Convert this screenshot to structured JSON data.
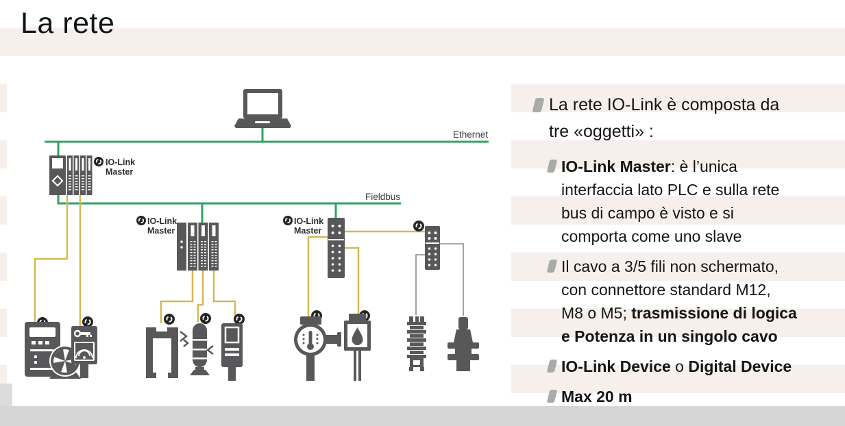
{
  "title": "La rete",
  "diagram": {
    "ethernet_label": "Ethernet",
    "fieldbus_label": "Fieldbus",
    "master_label_line1": "IO-Link",
    "master_label_line2": "Master"
  },
  "bullets": [
    {
      "level": 1,
      "segments": [
        {
          "bold": false,
          "text": "La rete IO-Link è composta da\ntre «oggetti» :"
        }
      ]
    },
    {
      "level": 2,
      "segments": [
        {
          "bold": true,
          "text": "IO-Link Master"
        },
        {
          "bold": false,
          "text": ": è l’unica\ninterfaccia lato PLC e sulla rete\nbus di campo è visto e si\ncomporta come uno slave"
        }
      ]
    },
    {
      "level": 2,
      "segments": [
        {
          "bold": false,
          "text": "Il cavo a 3/5 fili non schermato,\ncon connettore standard M12,\nM8 o M5; "
        },
        {
          "bold": true,
          "text": "trasmissione di logica\ne Potenza in un singolo cavo"
        }
      ]
    },
    {
      "level": 2,
      "segments": [
        {
          "bold": true,
          "text": "IO-Link Device"
        },
        {
          "bold": false,
          "text": " o "
        },
        {
          "bold": true,
          "text": "Digital Device"
        }
      ]
    },
    {
      "level": 2,
      "segments": [
        {
          "bold": true,
          "text": "Max 20 m"
        }
      ]
    }
  ],
  "colors": {
    "ethernet_green": "#2fa45f",
    "cable_yellow": "#d4b855",
    "cable_gray": "#8b8b8b",
    "device_gray": "#58585a",
    "badge_dark": "#242424",
    "bullet_marker": "#a8aba8",
    "footer_band": "#d6d6d6"
  }
}
